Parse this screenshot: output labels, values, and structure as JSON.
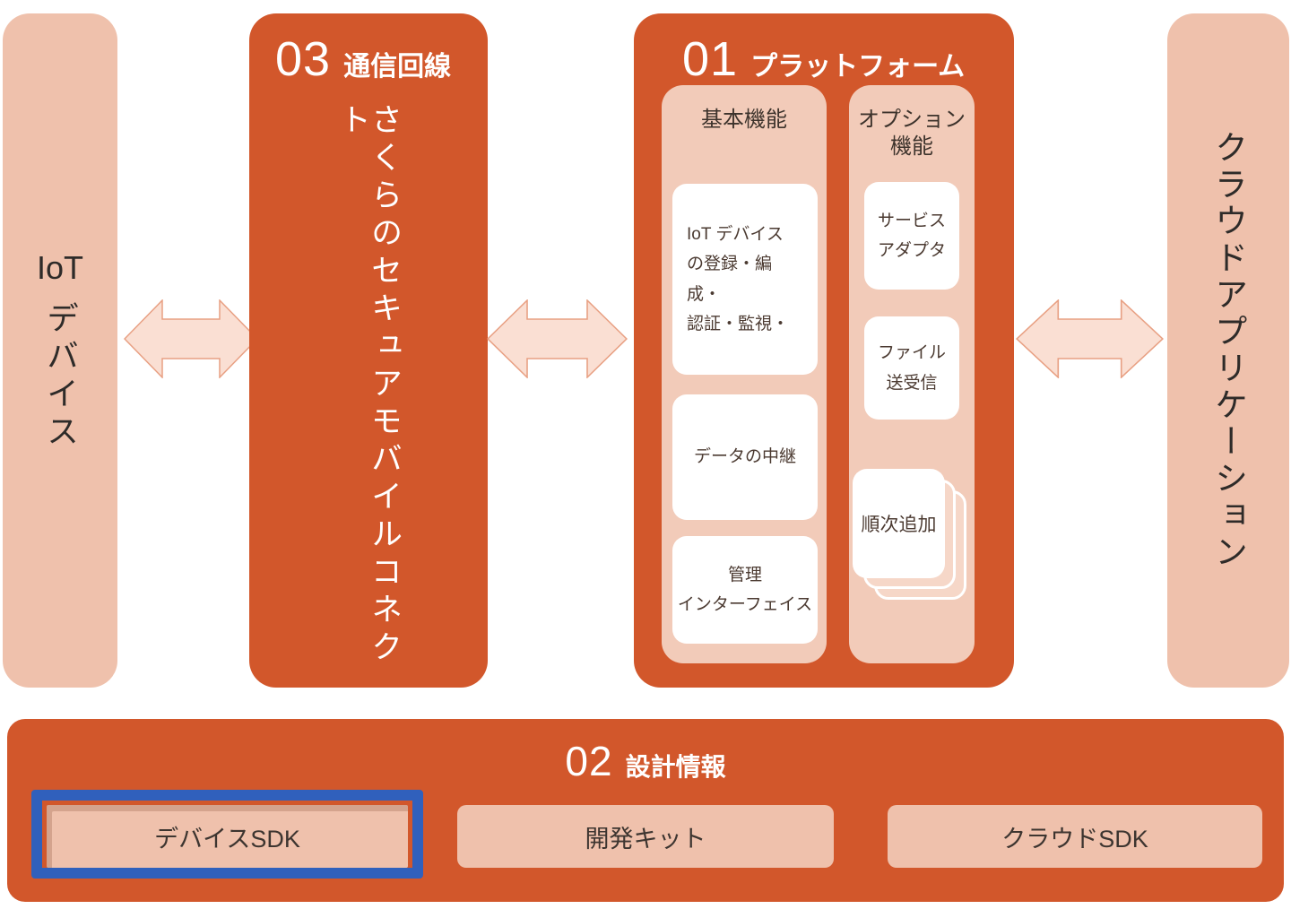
{
  "colors": {
    "orange": "#D2572B",
    "pink": "#EFC1AC",
    "pink_inner": "#F2CBB9",
    "arrow_fill": "#FADFD3",
    "arrow_stroke": "#E8A083",
    "highlight_blue": "#3060BC",
    "text_dark": "#2E2B29",
    "box_text": "#4B3A31",
    "white": "#FFFFFF"
  },
  "left_column": {
    "label_latin": "IoT",
    "label_vertical": "デバイス"
  },
  "network_column": {
    "number": "03",
    "title": "通信回線",
    "body_vertical": "さくらのセキュアモバイルコネクト"
  },
  "platform": {
    "number": "01",
    "title": "プラットフォーム",
    "basic": {
      "header": "基本機能",
      "boxes": [
        "IoT デバイス\nの登録・編成・\n認証・監視・",
        "データの中継",
        "管理\nインターフェイス"
      ]
    },
    "optional": {
      "header": "オプション\n機能",
      "boxes": [
        "サービス\nアダプタ",
        "ファイル\n送受信"
      ],
      "stacked_box": "順次追加"
    }
  },
  "cloud_column": {
    "label_vertical": "クラウドアプリケーション"
  },
  "design_bar": {
    "number": "02",
    "title": "設計情報",
    "buttons": [
      "デバイスSDK",
      "開発キット",
      "クラウドSDK"
    ],
    "highlighted_button": "デバイスSDK"
  }
}
